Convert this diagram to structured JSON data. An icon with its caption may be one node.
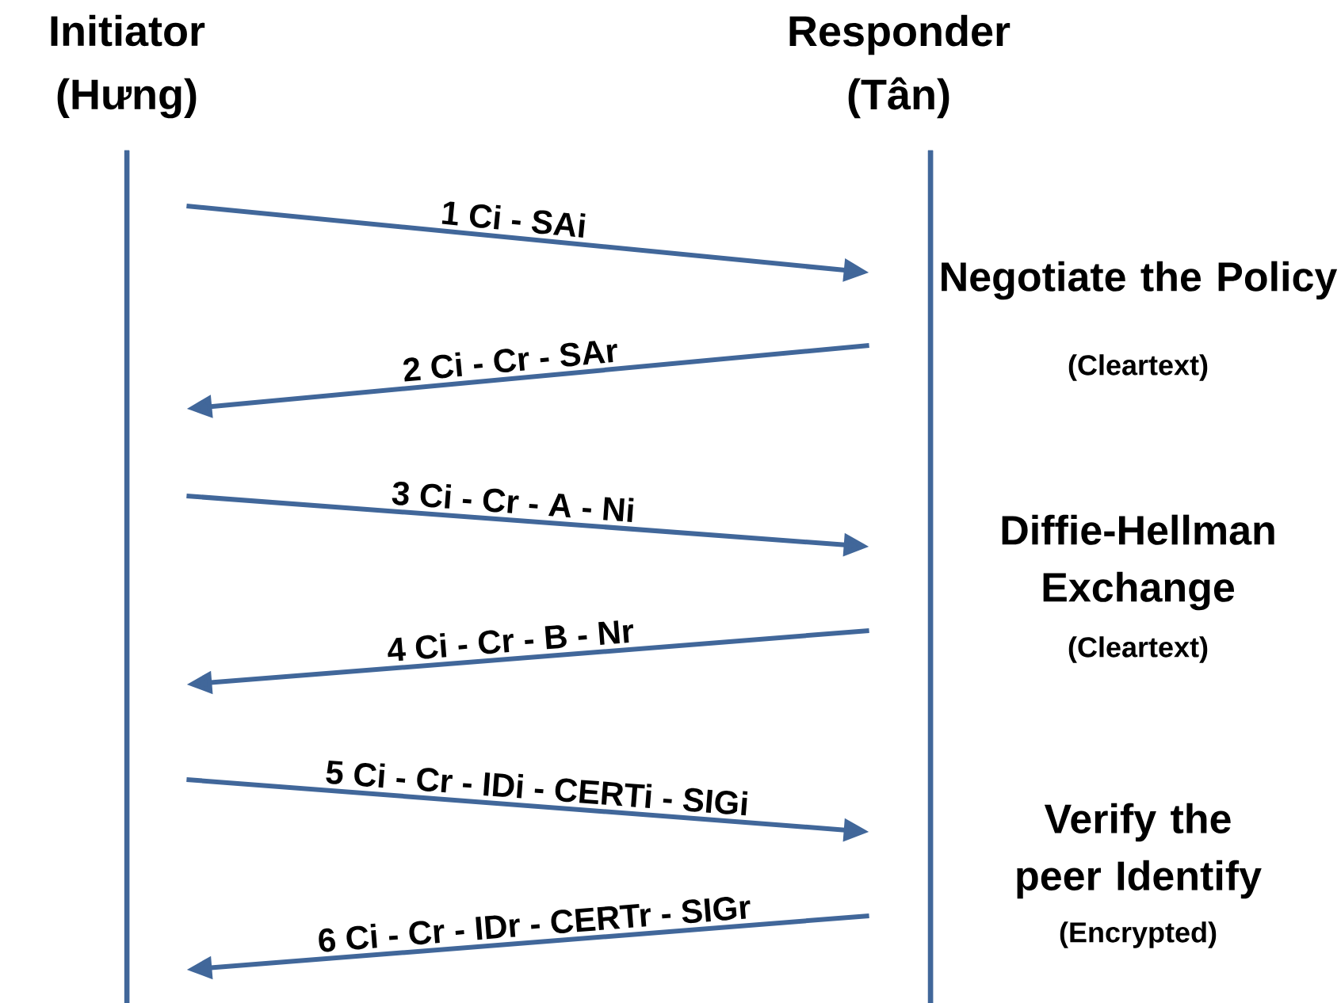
{
  "diagram": {
    "nodes": [
      {
        "text": [
          "Initiator (Hưng)"
        ]
      },
      {
        "text": [
          "Responder (Tân)"
        ]
      }
    ],
    "edges": [
      {
        "from": 0,
        "to": 1,
        "arrow": "to",
        "label": "1 Ci - SAi"
      },
      {
        "from": 1,
        "to": 0,
        "arrow": "to",
        "label": "2 Ci - Cr - SAr"
      },
      {
        "from": 0,
        "to": 1,
        "arrow": "to",
        "label": "3 Ci - Cr - A - Ni"
      },
      {
        "from": 1,
        "to": 0,
        "arrow": "to",
        "label": "4 Ci - Cr - B - Nr"
      },
      {
        "from": 0,
        "to": 1,
        "arrow": "to",
        "label": "5 Ci - Cr - IDi - CERTi - SIGi"
      },
      {
        "from": 1,
        "to": 0,
        "arrow": "to",
        "label": "6 Ci - Cr - IDr - CERTr - SIGr"
      }
    ],
    "labels": [
      "Negotiate the Policy",
      "(Cleartext)",
      "Diffie-Hellman Exchange",
      "(Cleartext)",
      "Verify the peer Identify",
      "(Encrypted)"
    ]
  }
}
